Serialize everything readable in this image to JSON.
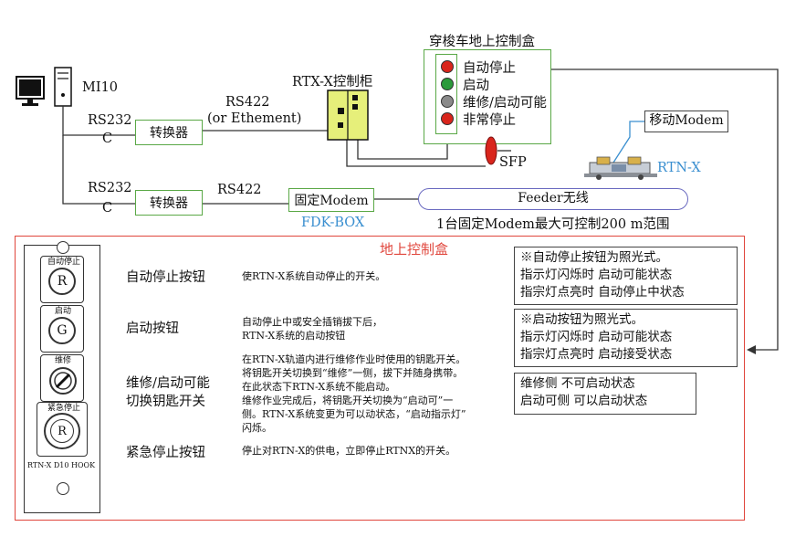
{
  "top": {
    "mi10_label": "MI10",
    "shuttle_box_title": "穿梭车地上控制盒",
    "shuttle_box_items": [
      "自动停止",
      "启动",
      "维修/启动可能",
      "非常停止"
    ],
    "rtx_cabinet_label": "RTX-X控制柜",
    "rs422_line1": "RS422",
    "rs422_line1b": "(or Ethement)",
    "rs232_top": "RS232",
    "c_top": "C",
    "converter_top": "转换器",
    "sfp_label": "SFP",
    "mobile_modem": "移动Modem",
    "rtnx_label": "RTN-X",
    "rs232_bottom": "RS232",
    "c_bottom": "C",
    "converter_bottom": "转换器",
    "rs422_line2": "RS422",
    "fixed_modem": "固定Modem",
    "fdk_box": "FDK-BOX",
    "feeder": "Feeder无线",
    "range_note": "1台固定Modem最大可控制200 m范围"
  },
  "panel": {
    "title": "地上控制盒",
    "device_top_label": "自动停止",
    "device_start_label": "启动",
    "device_key_label": "维修",
    "device_emergency_label": "紧急停止",
    "device_footer": "RTN-X D10 HOOK",
    "btn_r": "R",
    "btn_g": "G",
    "btn_r2": "R",
    "label_auto_stop": "自动停止按钮",
    "label_start": "启动按钮",
    "label_key_1": "维修/启动可能",
    "label_key_2": "切换钥匙开关",
    "label_emergency": "紧急停止按钮",
    "desc_auto_stop": "使RTN-X系统自动停止的开关。",
    "desc_start": [
      "自动停止中或安全插销拔下后，",
      "RTN-X系统的启动按钮"
    ],
    "desc_key": [
      "在RTN-X轨道内进行维修作业时使用的钥匙开关。",
      "将钥匙开关切换到“维修”一侧，拔下并随身携带。",
      "在此状态下RTN-X系统不能启动。",
      "维修作业完成后，将钥匙开关切换为“启动可”一",
      "侧。RTN-X系统变更为可以动状态，“启动指示灯”",
      "闪烁。"
    ],
    "desc_emergency": "停止对RTN-X的供电，立即停止RTNX的开关。",
    "note1": [
      "※自动停止按钮为照光式。",
      "指示灯闪烁时    启动可能状态",
      "指宗灯点亮时    自动停止中状态"
    ],
    "note2": [
      "※启动按钮为照光式。",
      "指示灯闪烁时    启动可能状态",
      "指宗灯点亮时    启动接受状态"
    ],
    "note3": [
      "维修侧        不可启动状态",
      "启动可侧    可以启动状态"
    ]
  },
  "colors": {
    "green_border": "#5aa846",
    "red_border": "#e0463c",
    "blue_text": "#3a8fd0",
    "cabinet_fill": "#e6ef7a",
    "lamp_red": "#d9251c",
    "lamp_green": "#2a9a3a",
    "lamp_gray": "#8a8a8a",
    "feeder_border": "#6a6ac0"
  },
  "icons": [
    "monitor-icon",
    "tower-icon",
    "lamp-icon",
    "sfp-plug-icon",
    "shuttle-vehicle-icon",
    "key-switch-icon"
  ]
}
